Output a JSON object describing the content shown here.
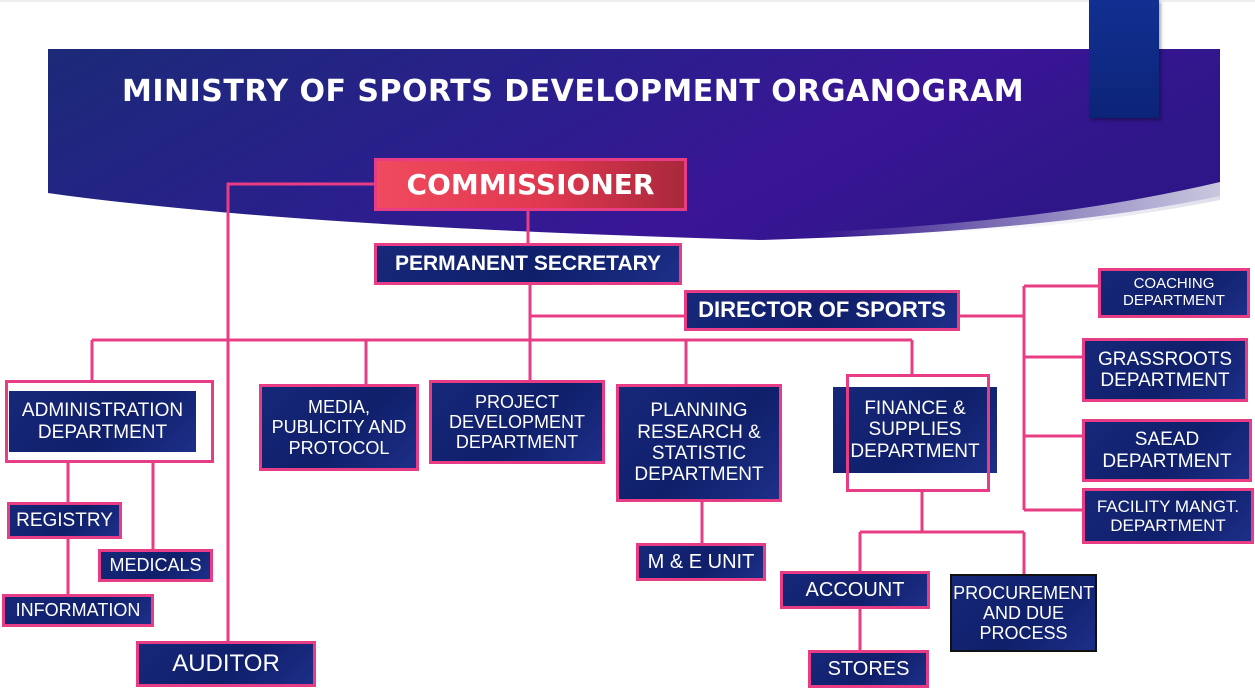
{
  "title": "MINISTRY OF SPORTS DEVELOPMENT ORGANOGRAM",
  "colors": {
    "connector": "#e83d84",
    "box_fill": "#14267a",
    "banner_dark": "#1a2a7a",
    "banner_purple": "#3a1596",
    "commissioner_fill": "#e8404f"
  },
  "nodes": {
    "commissioner": "COMMISSIONER",
    "permanent_secretary": "PERMANENT SECRETARY",
    "director_of_sports": "DIRECTOR OF SPORTS",
    "administration": "ADMINISTRATION DEPARTMENT",
    "media": "MEDIA, PUBLICITY AND PROTOCOL",
    "project_development": "PROJECT DEVELOPMENT DEPARTMENT",
    "planning": "PLANNING RESEARCH & STATISTIC DEPARTMENT",
    "finance": "FINANCE & SUPPLIES DEPARTMENT",
    "coaching": "COACHING DEPARTMENT",
    "grassroots": "GRASSROOTS DEPARTMENT",
    "saead": "SAEAD DEPARTMENT",
    "facility": "FACILITY MANGT. DEPARTMENT",
    "registry": "REGISTRY",
    "medicals": "MEDICALS",
    "information": "INFORMATION",
    "auditor": "AUDITOR",
    "me_unit": "M & E UNIT",
    "account": "ACCOUNT",
    "procurement": "PROCUREMENT AND DUE PROCESS",
    "stores": "STORES"
  }
}
